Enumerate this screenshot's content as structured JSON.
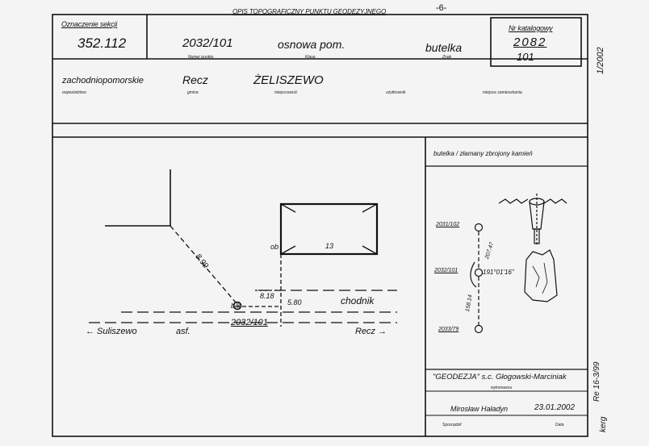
{
  "header": {
    "page_number": "-6-",
    "title": "OPIS TOPOGRAFICZNY PUNKTU GEODEZYJNEGO"
  },
  "section": {
    "label": "Oznaczenie sekcji",
    "value": "352.112"
  },
  "point": {
    "number": "2032/101",
    "number_label": "Numer punktu",
    "class": "osnowa pom.",
    "class_label": "Klasa",
    "mark": "butelka",
    "mark_label": "Znak"
  },
  "catalog": {
    "label": "Nr katalogowy",
    "line1": "2082",
    "line2": "101"
  },
  "side_note": "1/2002",
  "location": {
    "voivodeship": "zachodniopomorskie",
    "voivodeship_label": "województwo",
    "commune": "Recz",
    "commune_label": "gmina",
    "locality": "ŻELISZEWO",
    "locality_label": "miejscowość",
    "owner_label": "użytkownik",
    "place_label": "miejsce zamieszkania"
  },
  "sketch": {
    "dist_1": "8.99",
    "dist_2": "8.18",
    "dist_3": "5.80",
    "building_number": "13",
    "building_code": "ob",
    "blk": "b/k",
    "point_label": "2032/101",
    "sidewalk": "chodnik",
    "road_left": "← Suliszewo",
    "road_surface": "asf.",
    "road_right": "Recz →"
  },
  "mark_panel": {
    "title": "butelka / złamany zbrojony kamień",
    "p1": "2031/102",
    "p2": "2032/101",
    "p3": "2033/79",
    "d1": "207.47",
    "d2": "158.14",
    "angle": "191°01'16\""
  },
  "company": {
    "name": "\"GEODEZJA\" s.c. Głogowski-Marciniak",
    "role_label": "wykonawca",
    "surveyor": "Mirosław Haładyn",
    "surveyor_label": "Sporządził",
    "date": "23.01.2002",
    "date_label": "Data"
  },
  "margin_notes": {
    "check": "Re 16-3/99",
    "initials": "kerg"
  }
}
